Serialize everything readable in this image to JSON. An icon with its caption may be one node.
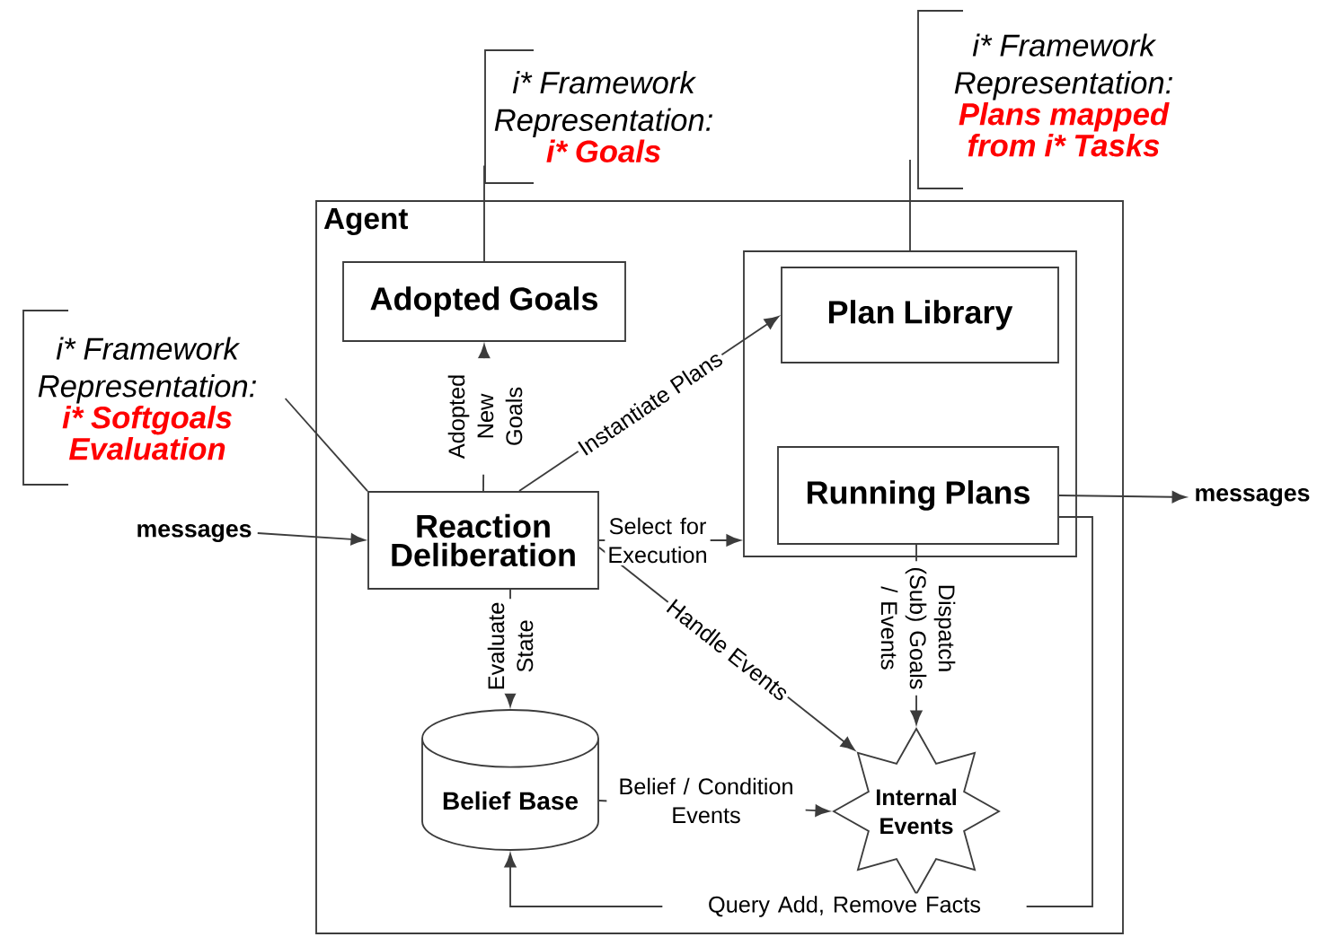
{
  "diagram": {
    "nodes": [
      {
        "text": [
          "Agent"
        ]
      },
      {
        "text": [
          "Adopted Goals"
        ],
        "in": 0
      },
      {
        "text": [],
        "shape": "box",
        "in": 0
      },
      {
        "text": [
          "Plan Library"
        ],
        "in": 2
      },
      {
        "text": [
          "Running Plans"
        ],
        "in": 2
      },
      {
        "text": [
          "Reaction Deliberation"
        ],
        "in": 0
      },
      {
        "text": [
          "Belief Base"
        ],
        "in": 0
      },
      {
        "text": [
          "Internal Events"
        ],
        "in": 0
      },
      {
        "text": [
          "messages"
        ]
      },
      {
        "text": [
          "messages"
        ]
      },
      {
        "text": [
          "i* Framework Representation:",
          "i* Goals"
        ]
      },
      {
        "text": [
          "i* Framework Representation:",
          "Plans mapped from i* Tasks"
        ]
      },
      {
        "text": [
          "i* Framework Representation:",
          "i* Softgoals Evaluation"
        ]
      }
    ],
    "edges": [
      {
        "from": 8,
        "to": 5,
        "arrow": "to"
      },
      {
        "from": 4,
        "to": 9,
        "arrow": "to"
      },
      {
        "from": 5,
        "to": 1,
        "arrow": "to",
        "label": "Adopted New Goals"
      },
      {
        "from": 5,
        "to": 3,
        "arrow": "to",
        "label": "Instantiate Plans"
      },
      {
        "from": 5,
        "to": 2,
        "arrow": "to",
        "label": "Select for Execution"
      },
      {
        "from": 5,
        "to": 7,
        "arrow": "to",
        "label": "Handle Events"
      },
      {
        "from": 5,
        "to": 6,
        "arrow": "to",
        "label": "Evaluate State"
      },
      {
        "from": 4,
        "to": 7,
        "arrow": "to",
        "label": "Dispatch (Sub) Goals / Events"
      },
      {
        "from": 6,
        "to": 7,
        "arrow": "to",
        "label": "Belief / Condition Events"
      },
      {
        "from": 4,
        "to": 6,
        "arrow": "to",
        "label": "Query Add, Remove Facts"
      },
      {
        "from": 10,
        "to": 1,
        "arrow": "none"
      },
      {
        "from": 11,
        "to": 2,
        "arrow": "none"
      },
      {
        "from": 12,
        "to": 5,
        "arrow": "none"
      }
    ]
  }
}
